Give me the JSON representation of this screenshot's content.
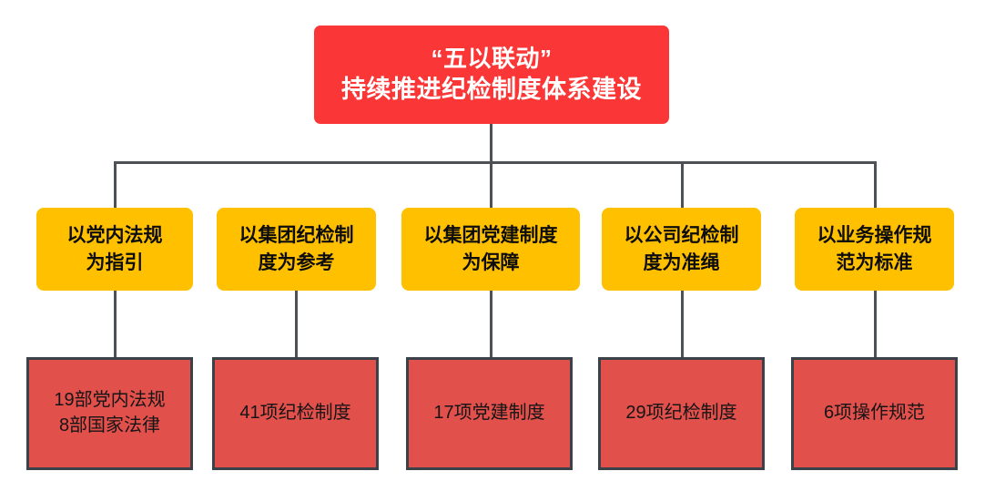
{
  "diagram": {
    "title_node": {
      "id": "wu-yi-liandong",
      "lines": [
        "“五以联动”",
        "持续推进纪检制度体系建设"
      ],
      "fill_color": "#FA3636",
      "text_color": "#FFFFFF"
    },
    "branches": [
      {
        "index": 1,
        "pillar": {
          "lines": [
            "以党内法规",
            "为指引"
          ],
          "fill_color": "#FFC000",
          "text_color": "#0D0D0D"
        },
        "count": {
          "lines": [
            "19部党内法规",
            "8部国家法律"
          ],
          "fill_color": "#E2504C",
          "border_color": "#3A4149",
          "text_color": "#151515"
        }
      },
      {
        "index": 2,
        "pillar": {
          "lines": [
            "以集团纪检制",
            "度为参考"
          ],
          "fill_color": "#FFC000",
          "text_color": "#0D0D0D"
        },
        "count": {
          "lines": [
            "41项纪检制度"
          ],
          "fill_color": "#E2504C",
          "border_color": "#3A4149",
          "text_color": "#151515"
        }
      },
      {
        "index": 3,
        "pillar": {
          "lines": [
            "以集团党建制度",
            "为保障"
          ],
          "fill_color": "#FFC000",
          "text_color": "#0D0D0D"
        },
        "count": {
          "lines": [
            "17项党建制度"
          ],
          "fill_color": "#E2504C",
          "border_color": "#3A4149",
          "text_color": "#151515"
        }
      },
      {
        "index": 4,
        "pillar": {
          "lines": [
            "以公司纪检制",
            "度为准绳"
          ],
          "fill_color": "#FFC000",
          "text_color": "#0D0D0D"
        },
        "count": {
          "lines": [
            "29项纪检制度"
          ],
          "fill_color": "#E2504C",
          "border_color": "#3A4149",
          "text_color": "#151515"
        }
      },
      {
        "index": 5,
        "pillar": {
          "lines": [
            "以业务操作规",
            "范为标准"
          ],
          "fill_color": "#FFC000",
          "text_color": "#0D0D0D"
        },
        "count": {
          "lines": [
            "6项操作规范"
          ],
          "fill_color": "#E2504C",
          "border_color": "#3A4149",
          "text_color": "#151515"
        }
      }
    ],
    "connector_color": "#4D5054",
    "background_color": "#FFFFFF"
  }
}
